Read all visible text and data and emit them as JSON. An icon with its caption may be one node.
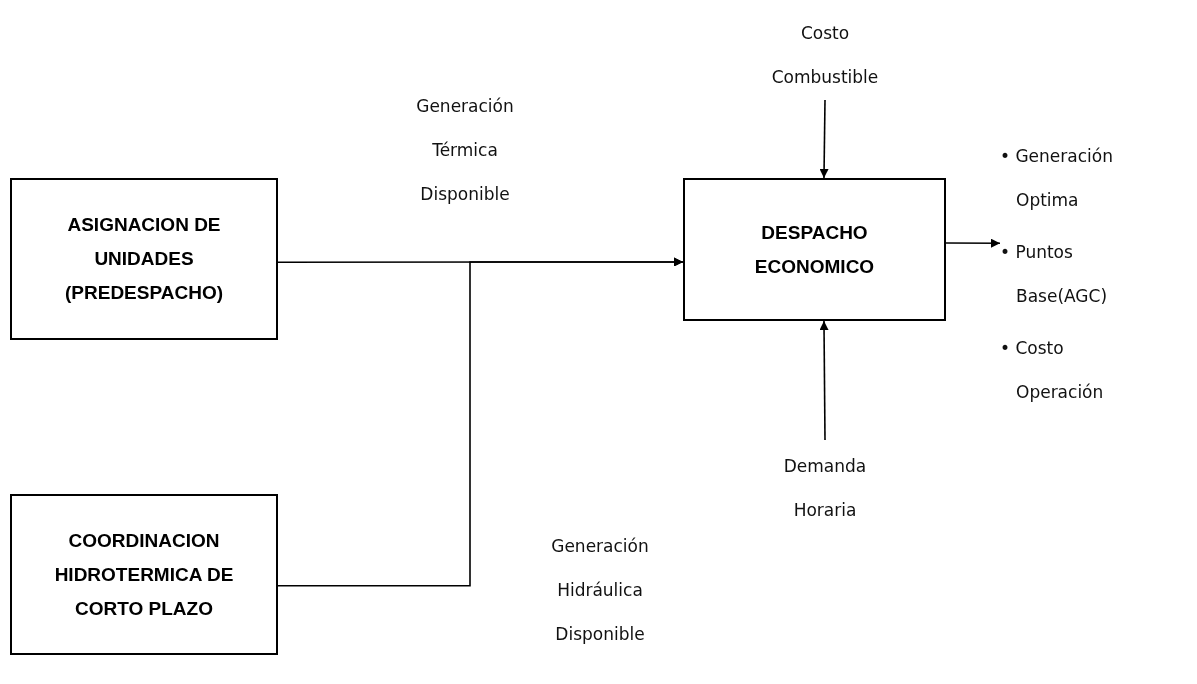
{
  "diagram": {
    "nodes": [
      {
        "text": [
          "ASIGNACION DE UNIDADES (PREDESPACHO)"
        ]
      },
      {
        "text": [
          "COORDINACION HIDROTERMICA DE CORTO PLAZO"
        ]
      },
      {
        "text": [
          "DESPACHO ECONOMICO"
        ]
      },
      {
        "text": [
          "Costo Combustible"
        ]
      },
      {
        "text": [
          "Demanda Horaria"
        ]
      },
      {
        "text": [
          "• Generación Optima",
          "• Puntos Base(AGC)",
          "• Costo Operación"
        ]
      }
    ],
    "edges": [
      {
        "from": 0,
        "to": 2,
        "arrow": "to"
      },
      {
        "from": 1,
        "to": 2,
        "arrow": "to"
      },
      {
        "from": 3,
        "to": 2,
        "arrow": "to"
      },
      {
        "from": 4,
        "to": 2,
        "arrow": "to"
      },
      {
        "from": 2,
        "to": 5,
        "arrow": "to"
      }
    ],
    "labels": [
      "Generación Térmica Disponible",
      "Generación Hidráulica Disponible"
    ]
  }
}
